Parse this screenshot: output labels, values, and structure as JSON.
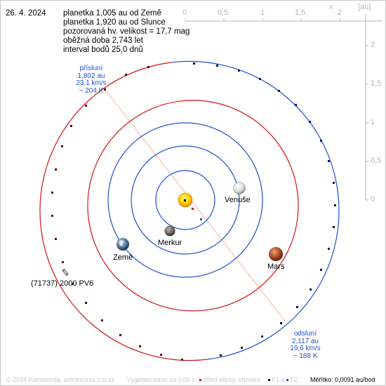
{
  "date": "26. 4. 2024",
  "info": {
    "dist_earth": "planetka 1,005 au od Země",
    "dist_sun": "planetka 1,920 au od Slunce",
    "magnitude": "pozorovaná hv. velikost = 17,7 mag",
    "period": "oběžná doba 2,743 let",
    "interval": "interval bodů 25,0 dnů"
  },
  "labels": {
    "venus": "Venuše",
    "mercury": "Merkur",
    "earth": "Země",
    "mars": "Mars",
    "asteroid": "(71737) 2000 PV6"
  },
  "perihelion": {
    "title": "přísluní",
    "distance": "1,802 au",
    "speed": "23,1 km/s",
    "temp": "~ 204 K"
  },
  "aphelion": {
    "title": "odsluní",
    "distance": "2,117 au",
    "speed": "19,6 km/s",
    "temp": "~ 188 K"
  },
  "axis": {
    "x_label": "x",
    "unit_label": "[au]",
    "x_ticks": [
      "0",
      "0,5",
      "1",
      "1,5",
      "2"
    ],
    "y_ticks": [
      "2",
      "1,5",
      "1",
      "0,5",
      "0"
    ]
  },
  "footer": {
    "copyright": "© 2024 Astronomia, astronomia.zcu.cz",
    "generated": "Vygenerováno za 0,09 s",
    "legend_center": "střed elipsy, ohniska",
    "legend_f1": "F1 a",
    "legend_f2": "F2",
    "scale": "Měřítko: 0,0091 au/bod"
  },
  "colors": {
    "orbit_blue": "#1e50d2",
    "orbit_red": "#d21414",
    "axis": "#b4b4b4",
    "sun": "#ffd200"
  }
}
